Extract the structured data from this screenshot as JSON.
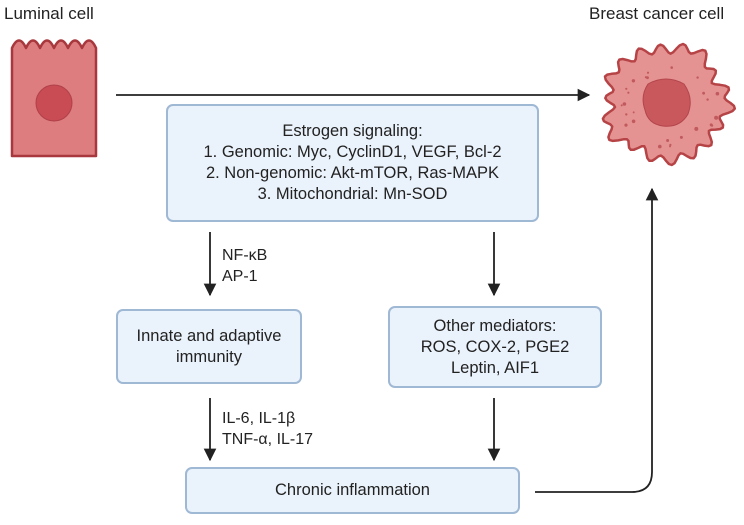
{
  "labels": {
    "luminal": "Luminal cell",
    "cancer": "Breast cancer cell"
  },
  "boxes": {
    "estrogen": {
      "title": "Estrogen signaling:",
      "lines": [
        "1. Genomic: Myc, CyclinD1, VEGF, Bcl-2",
        "2. Non-genomic: Akt-mTOR, Ras-MAPK",
        "3. Mitochondrial: Mn-SOD"
      ]
    },
    "immunity": {
      "lines": [
        "Innate and adaptive",
        "immunity"
      ]
    },
    "mediators": {
      "lines": [
        "Other mediators:",
        "ROS, COX-2, PGE2",
        "Leptin, AIF1"
      ]
    },
    "inflammation": {
      "label": "Chronic inflammation"
    }
  },
  "edges": {
    "nfkb": [
      "NF-κB",
      "AP-1"
    ],
    "cytokines": [
      "IL-6, IL-1β",
      "TNF-α, IL-17"
    ]
  },
  "colors": {
    "luminal_fill": "#dd7d7f",
    "luminal_stroke": "#a8383d",
    "nucleus": "#c94b53",
    "cancer_fill": "#e59392",
    "cancer_stroke": "#b64346",
    "cancer_nucleus": "#c9585d",
    "box_fill": "#eaf2fb",
    "box_stroke": "#9fb8d4",
    "arrow": "#222222"
  }
}
